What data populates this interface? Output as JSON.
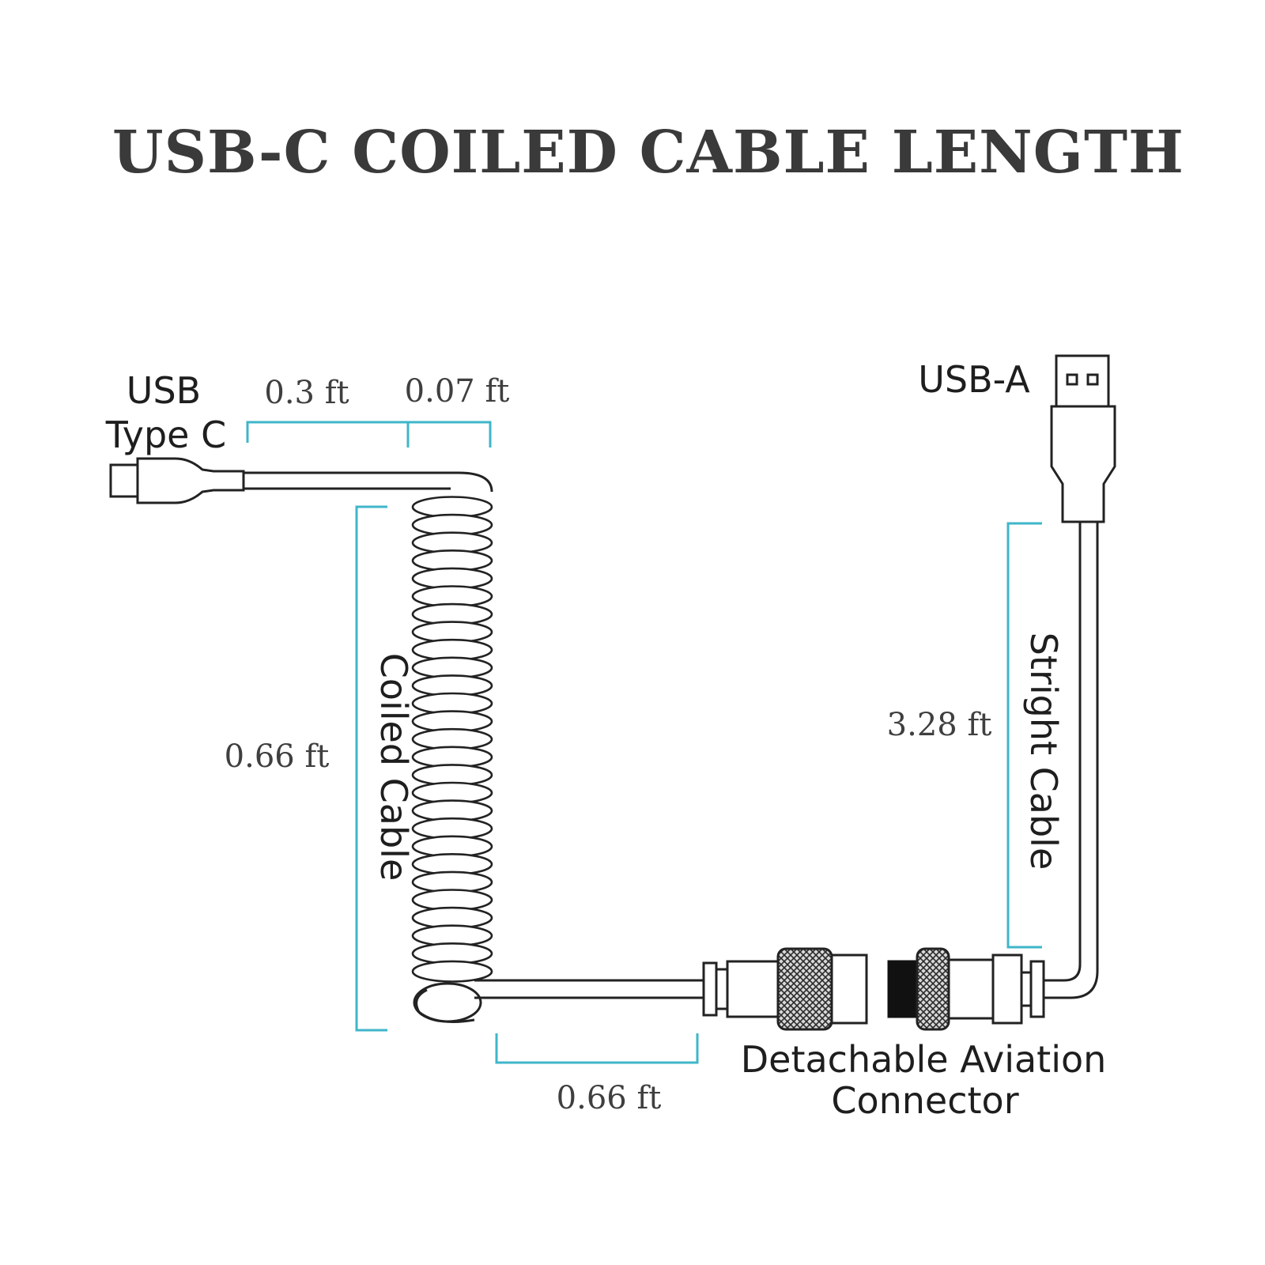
{
  "title": "USB-C COILED CABLE LENGTH",
  "labels": {
    "usb_type_c_line1": "USB",
    "usb_type_c_line2": "Type C",
    "usb_a": "USB-A",
    "coiled_cable": "Coiled Cable",
    "straight_cable": "Stright Cable",
    "aviation_line1": "Detachable Aviation",
    "aviation_line2": "Connector"
  },
  "measurements": {
    "type_c_straight": "0.3 ft",
    "coil_top_bend": "0.07 ft",
    "coil_length": "0.66 ft",
    "coil_to_connector": "0.66 ft",
    "straight_cable": "3.28 ft"
  },
  "colors": {
    "bracket": "#3fb6c9",
    "outline": "#222222",
    "title": "#3a3a3a"
  }
}
